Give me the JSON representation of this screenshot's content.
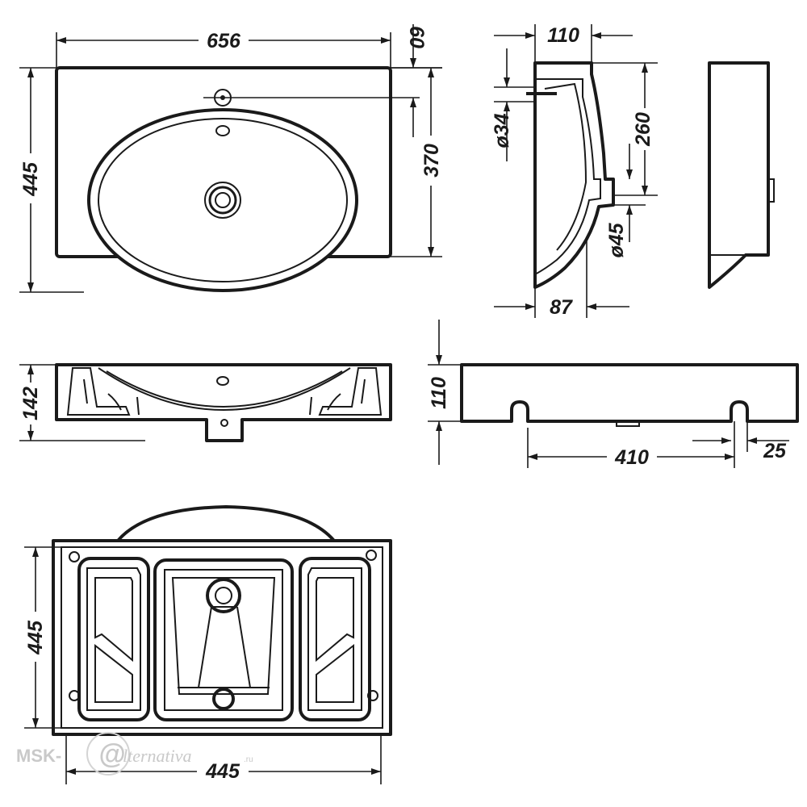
{
  "watermark": {
    "brand": "MSK-",
    "at": "@",
    "rest": "lternativa",
    "domain": ".ru"
  },
  "top_view": {
    "width": "656",
    "overhang": "60",
    "depth": "445",
    "bowl_depth": "370"
  },
  "side_view": {
    "depth": "110",
    "overflow_diameter": "ø34",
    "height": "260",
    "drain_diameter": "ø45",
    "drain_offset": "87"
  },
  "front_view": {
    "height": "142"
  },
  "back_view": {
    "height": "110",
    "mount_spacing": "410",
    "mount_width": "25"
  },
  "bottom_view": {
    "depth": "445",
    "width": "445"
  }
}
